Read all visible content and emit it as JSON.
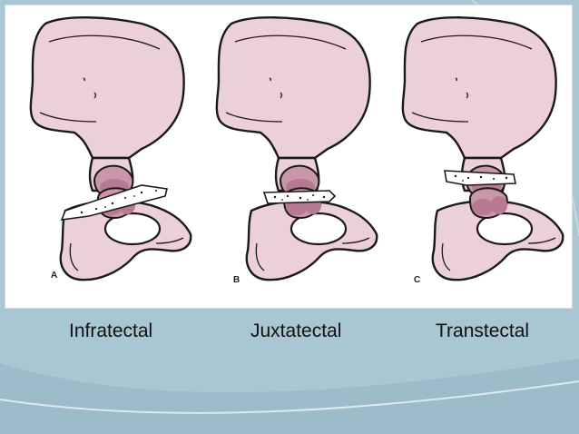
{
  "slide": {
    "panels": [
      {
        "letter": "A",
        "caption": "Infratectal"
      },
      {
        "letter": "B",
        "caption": "Juxtatectal"
      },
      {
        "letter": "C",
        "caption": "Transtectal"
      }
    ]
  },
  "colors": {
    "background": "#a9c6d3",
    "bone_fill": "#ecd0d9",
    "femoral_head": "#c996aa",
    "outline": "#1a1a1a"
  }
}
